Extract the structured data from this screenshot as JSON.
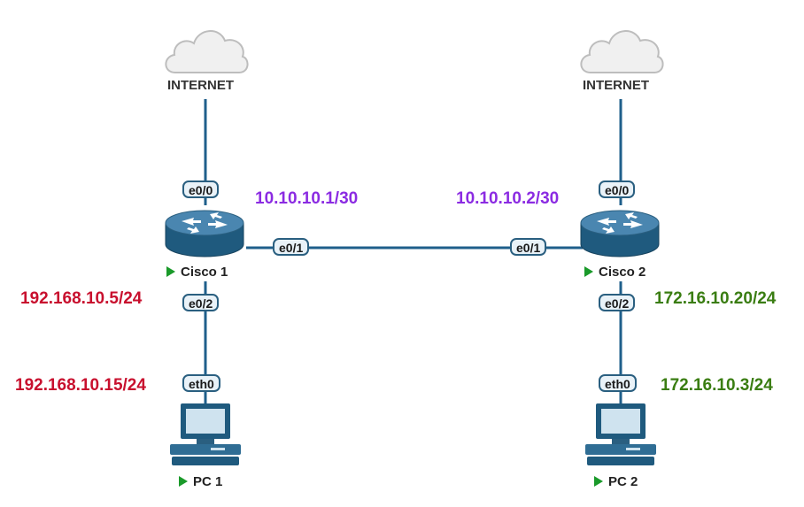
{
  "colors": {
    "link": "#1f5f8b",
    "p2p_ip": "#8b2be2",
    "left_lan_ip": "#c8102e",
    "right_lan_ip": "#3a7d12",
    "router_fill": "#2f6d94",
    "status_running": "#1a9a2a"
  },
  "nodes": {
    "internet_left": {
      "label": "INTERNET",
      "icon": "cloud-icon"
    },
    "internet_right": {
      "label": "INTERNET",
      "icon": "cloud-icon"
    },
    "cisco1": {
      "label": "Cisco 1",
      "icon": "router-icon",
      "status": "running"
    },
    "cisco2": {
      "label": "Cisco 2",
      "icon": "router-icon",
      "status": "running"
    },
    "pc1": {
      "label": "PC 1",
      "icon": "computer-icon",
      "status": "running"
    },
    "pc2": {
      "label": "PC 2",
      "icon": "computer-icon",
      "status": "running"
    }
  },
  "ports": {
    "cisco1_e00": "e0/0",
    "cisco1_e01": "e0/1",
    "cisco1_e02": "e0/2",
    "cisco2_e00": "e0/0",
    "cisco2_e01": "e0/1",
    "cisco2_e02": "e0/2",
    "pc1_eth0": "eth0",
    "pc2_eth0": "eth0"
  },
  "addresses": {
    "cisco1_p2p": "10.10.10.1/30",
    "cisco2_p2p": "10.10.10.2/30",
    "cisco1_lan": "192.168.10.5/24",
    "pc1": "192.168.10.15/24",
    "cisco2_lan": "172.16.10.20/24",
    "pc2": "172.16.10.3/24"
  },
  "links": [
    {
      "from": "internet_left",
      "to": "cisco1"
    },
    {
      "from": "internet_right",
      "to": "cisco2"
    },
    {
      "from": "cisco1",
      "to": "cisco2"
    },
    {
      "from": "cisco1",
      "to": "pc1"
    },
    {
      "from": "cisco2",
      "to": "pc2"
    }
  ]
}
